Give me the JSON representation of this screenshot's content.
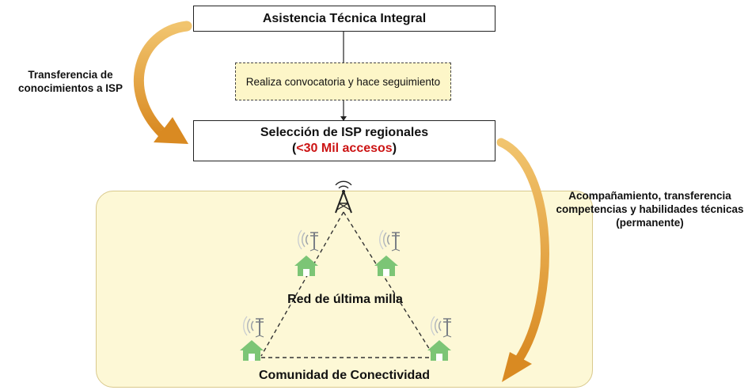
{
  "title_box": "Asistencia Técnica Integral",
  "call_box": "Realiza convocatoria y hace seguimiento",
  "selection_box": {
    "line1": "Selección de ISP regionales",
    "open": "(",
    "highlight": "<30 Mil accesos",
    "close": ")"
  },
  "left_label": "Transferencia de conocimientos a ISP",
  "right_label": "Acompañamiento, transferencia competencias y habilidades técnicas (permanente)",
  "network_label": "Red de última milla",
  "community_label": "Comunidad de Conectividad",
  "colors": {
    "arrow": "#e6a33c",
    "house": "#7cc576",
    "community_fill": "#fdf8d6",
    "call_fill": "#fdf6c8",
    "highlight": "#cc1414"
  },
  "icons": [
    "tower-icon",
    "house-icon",
    "wifi-antenna-icon"
  ]
}
